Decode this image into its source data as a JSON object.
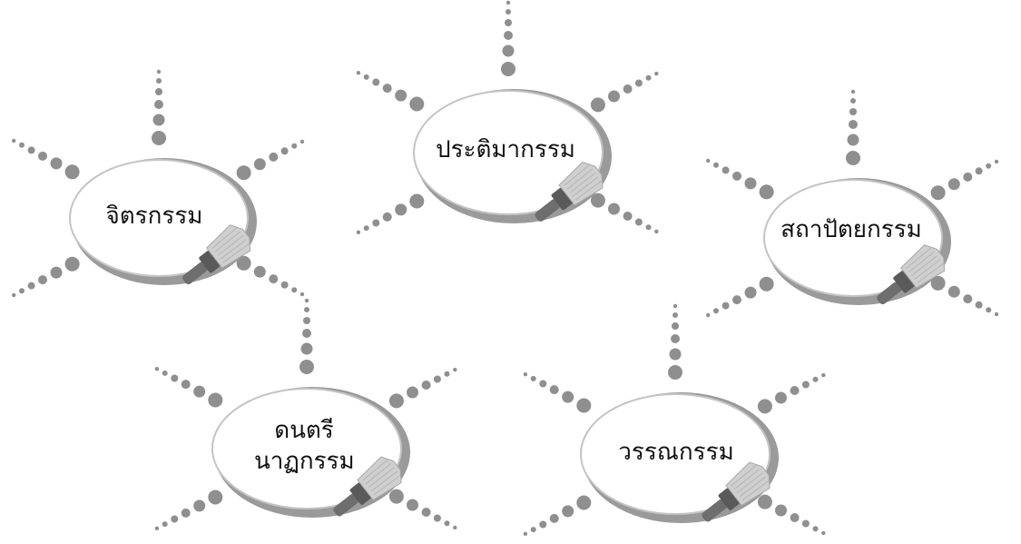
{
  "colors": {
    "ring_outer": "#9a9a9a",
    "ring_inner": "#ffffff",
    "dots": "#8f8f8f",
    "brush_handle": "#6e6e6e",
    "brush_bristles": "#cfcfcf",
    "text": "#111111"
  },
  "icons": {
    "brush": "paint-brush-icon",
    "rays": "dotted-sun-rays"
  },
  "items": [
    {
      "id": "painting",
      "lines": [
        "จิตรกรรม"
      ]
    },
    {
      "id": "sculpture",
      "lines": [
        "ประติมากรรม"
      ]
    },
    {
      "id": "architecture",
      "lines": [
        "สถาปัตยกรรม"
      ]
    },
    {
      "id": "music-dance",
      "lines": [
        "ดนตรี",
        "นาฏกรรม"
      ]
    },
    {
      "id": "literature",
      "lines": [
        "วรรณกรรม"
      ]
    }
  ]
}
